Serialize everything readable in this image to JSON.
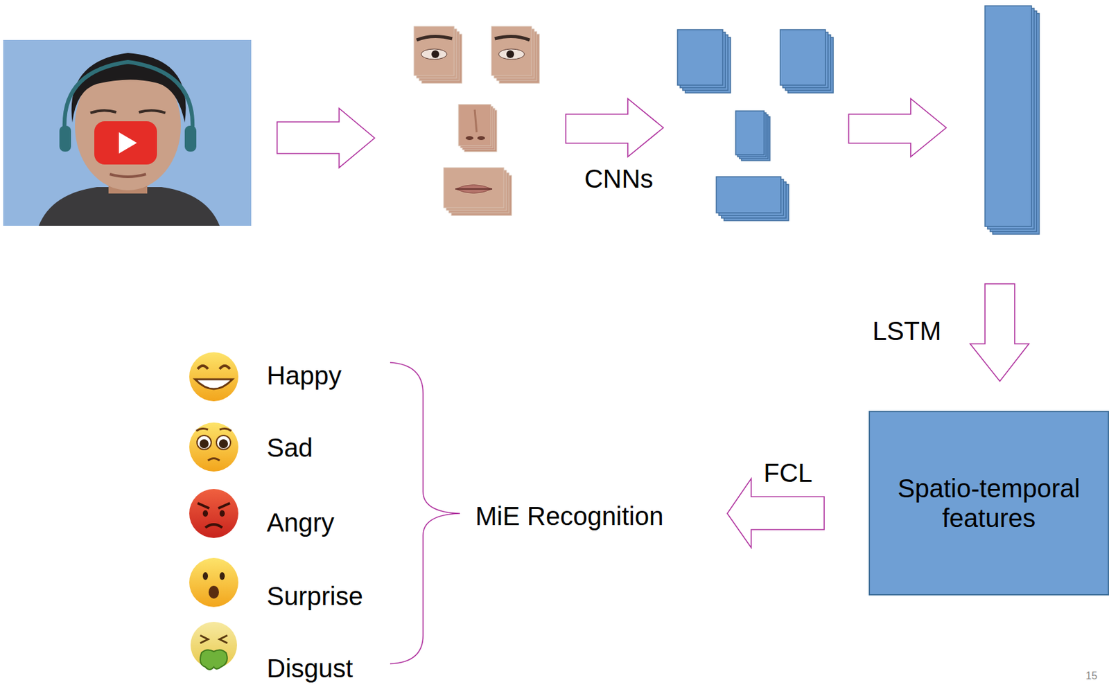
{
  "diagram": {
    "nodes": [
      {
        "text": [
          "Spatio-temporal features"
        ]
      }
    ],
    "labels": [
      "CNNs",
      "LSTM",
      "FCL",
      "MiE Recognition",
      "Happy",
      "Sad",
      "Angry",
      "Surprise",
      "Disgust",
      "15"
    ]
  }
}
